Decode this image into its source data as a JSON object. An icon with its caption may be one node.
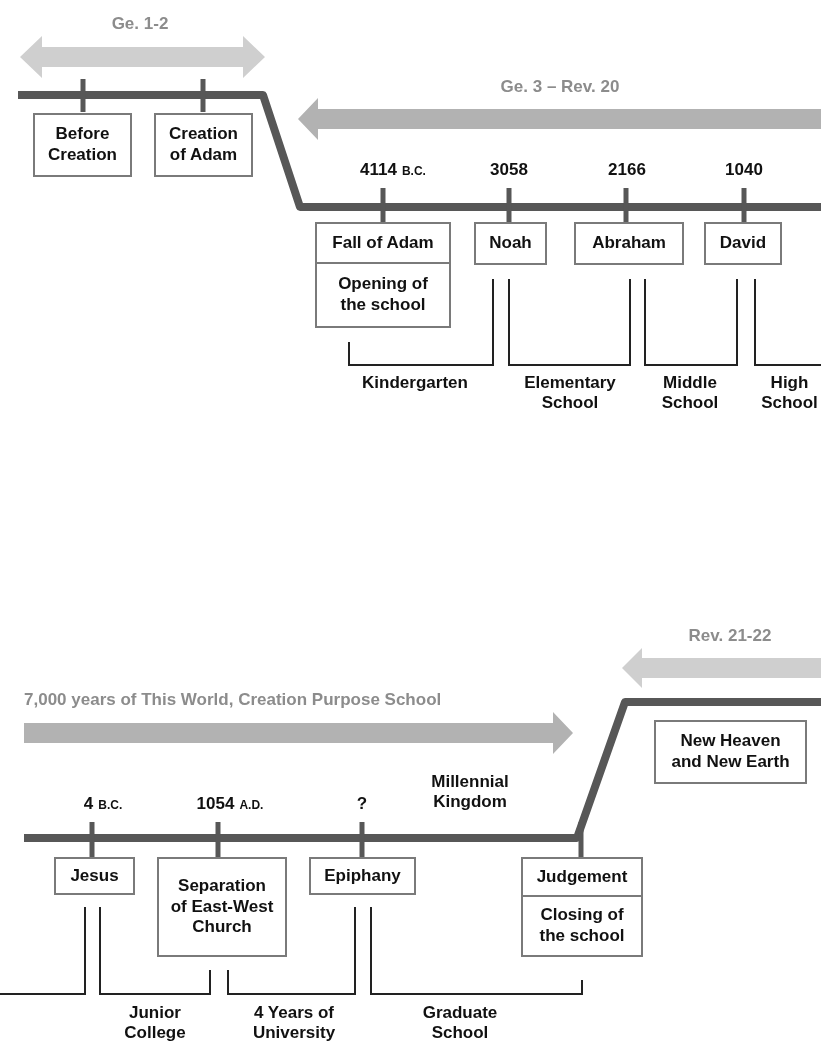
{
  "diagram": {
    "nodes": [
      {
        "text": [
          "Before Creation"
        ]
      },
      {
        "text": [
          "Creation of Adam"
        ]
      },
      {
        "text": [
          "Fall of Adam"
        ],
        "beside": [
          "4114",
          "B.C."
        ]
      },
      {
        "text": [
          "Opening of the school"
        ]
      },
      {
        "text": [
          "Noah"
        ],
        "beside": [
          "3058"
        ]
      },
      {
        "text": [
          "Abraham"
        ],
        "beside": [
          "2166"
        ]
      },
      {
        "text": [
          "David"
        ],
        "beside": [
          "1040"
        ]
      },
      {
        "text": [
          "New Heaven and New Earth"
        ]
      },
      {
        "text": [
          "Jesus"
        ],
        "beside": [
          "4",
          "B.C."
        ]
      },
      {
        "text": [
          "Separation of East-West Church"
        ],
        "beside": [
          "1054",
          "A.D."
        ]
      },
      {
        "text": [
          "Epiphany"
        ],
        "beside": [
          "?"
        ]
      },
      {
        "text": [
          "Judgement"
        ]
      },
      {
        "text": [
          "Closing of the school"
        ]
      }
    ],
    "labels": [
      "Ge. 1-2",
      "Ge. 3 – Rev. 20",
      "Kindergarten",
      "Elementary School",
      "Middle School",
      "High School",
      "Rev. 21-22",
      "7,000 years of This World, Creation Purpose School",
      "Millennial Kingdom",
      "Junior College",
      "4 Years of University",
      "Graduate School"
    ]
  }
}
